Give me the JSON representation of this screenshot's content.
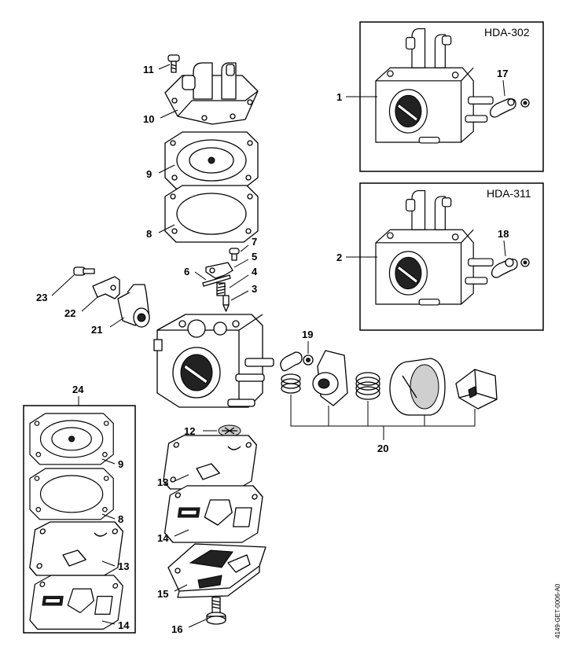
{
  "diagram": {
    "insets": [
      {
        "model": "HDA-302",
        "callout_main": "1",
        "callout_part": "17"
      },
      {
        "model": "HDA-311",
        "callout_main": "2",
        "callout_part": "18"
      }
    ],
    "kit_label": "24",
    "doc_ref": "4149-GET-0006-A0",
    "callouts": {
      "c3": "3",
      "c4": "4",
      "c5": "5",
      "c6": "6",
      "c7": "7",
      "c8": "8",
      "c9": "9",
      "c10": "10",
      "c11": "11",
      "c12": "12",
      "c13": "13",
      "c14": "14",
      "c15": "15",
      "c16": "16",
      "c19": "19",
      "c20": "20",
      "c21": "21",
      "c22": "22",
      "c23": "23",
      "k9": "9",
      "k8": "8",
      "k13": "13",
      "k14": "14"
    }
  }
}
